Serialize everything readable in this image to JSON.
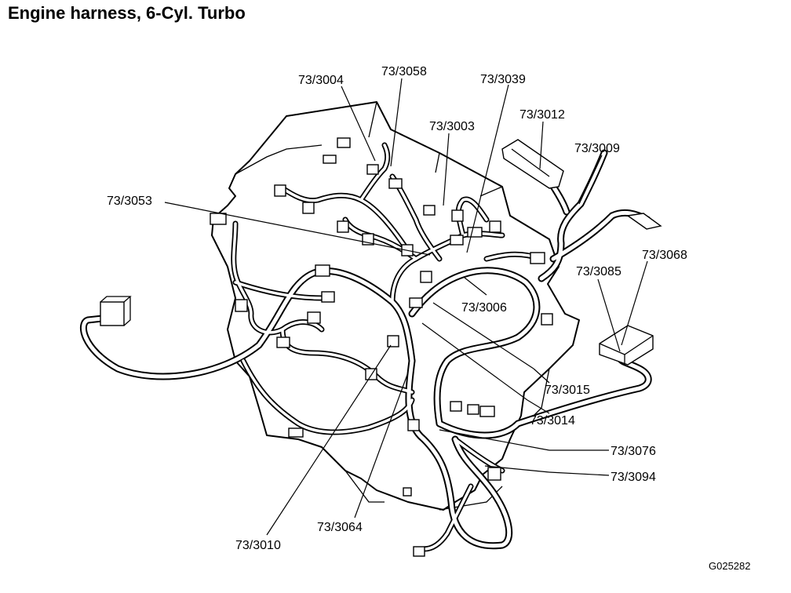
{
  "title": "Engine harness, 6-Cyl. Turbo",
  "figure_id": "G025282",
  "callouts": [
    {
      "id": "c3004",
      "text": "73/3004"
    },
    {
      "id": "c3058",
      "text": "73/3058"
    },
    {
      "id": "c3039",
      "text": "73/3039"
    },
    {
      "id": "c3003",
      "text": "73/3003"
    },
    {
      "id": "c3012",
      "text": "73/3012"
    },
    {
      "id": "c3009",
      "text": "73/3009"
    },
    {
      "id": "c3053",
      "text": "73/3053"
    },
    {
      "id": "c3068",
      "text": "73/3068"
    },
    {
      "id": "c3085",
      "text": "73/3085"
    },
    {
      "id": "c3006",
      "text": "73/3006"
    },
    {
      "id": "c3015",
      "text": "73/3015"
    },
    {
      "id": "c3014",
      "text": "73/3014"
    },
    {
      "id": "c3076",
      "text": "73/3076"
    },
    {
      "id": "c3094",
      "text": "73/3094"
    },
    {
      "id": "c3064",
      "text": "73/3064"
    },
    {
      "id": "c3010",
      "text": "73/3010"
    }
  ]
}
